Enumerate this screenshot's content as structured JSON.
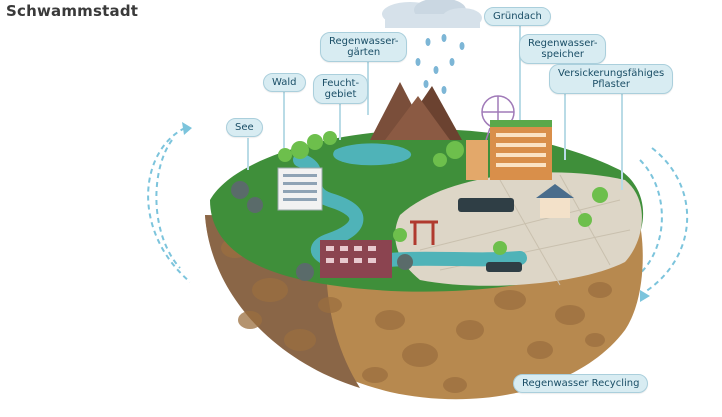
{
  "title": "Schwammstadt",
  "labels": {
    "see": "See",
    "wald": "Wald",
    "feuchtgebiet": "Feucht-\ngebiet",
    "regenwassergaerten": "Regenwasser-\ngärten",
    "gruendach": "Gründach",
    "regenwasserspeicher": "Regenwasser-\nspeicher",
    "pflaster": "Versickerungsfähiges\nPflaster",
    "recycling": "Regenwasser Recycling"
  },
  "colors": {
    "label_bg": "#d8ecf2",
    "label_text": "#1a4e66",
    "grass": "#3f8f3a",
    "soil": "#b7894f",
    "water": "#4fb3b8",
    "pavement": "#ddd6c7"
  }
}
